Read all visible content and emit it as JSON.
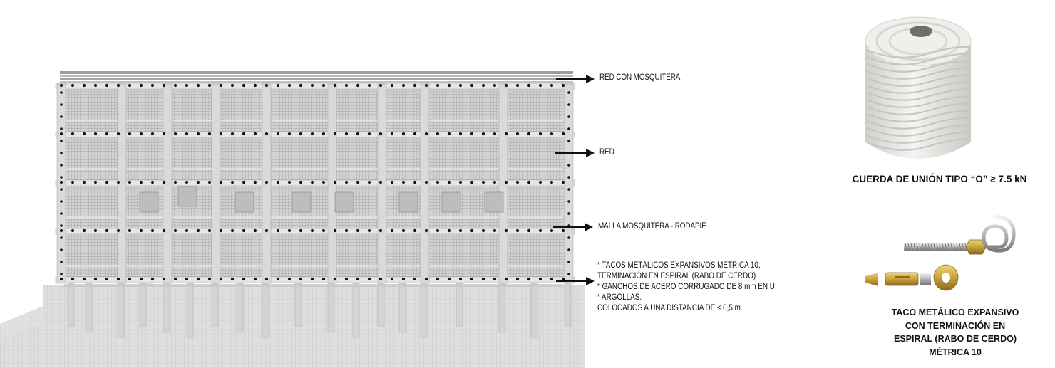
{
  "callouts": {
    "red_mosquitera": "RED CON MOSQUITERA",
    "red": "RED",
    "malla_rodapie": "MALLA MOSQUITERA - RODAPIÉ"
  },
  "bullets": [
    "* TACOS METÁLICOS EXPANSIVOS MÉTRICA 10,",
    "TERMINACIÓN EN ESPIRAL (RABO DE CERDO)",
    "* GANCHOS DE ACERO CORRUGADO DE 8 mm EN U",
    "* ARGOLLAS.",
    "COLOCADOS A UNA DISTANCIA DE ≤ 0,5 m"
  ],
  "rope_caption": "CUERDA DE UNIÓN TIPO “O” ≥ 7.5 kN",
  "anchor_caption": [
    "TACO METÁLICO EXPANSIVO",
    "CON TERMINACIÓN EN",
    "ESPIRAL (RABO DE CERDO)",
    "MÉTRICA 10"
  ],
  "colors": {
    "structure": "#d9d9d9",
    "mesh": "#a9a9a9",
    "dots": "#111111",
    "rope": "#e9e9e6",
    "brass": "#c9a23a"
  }
}
